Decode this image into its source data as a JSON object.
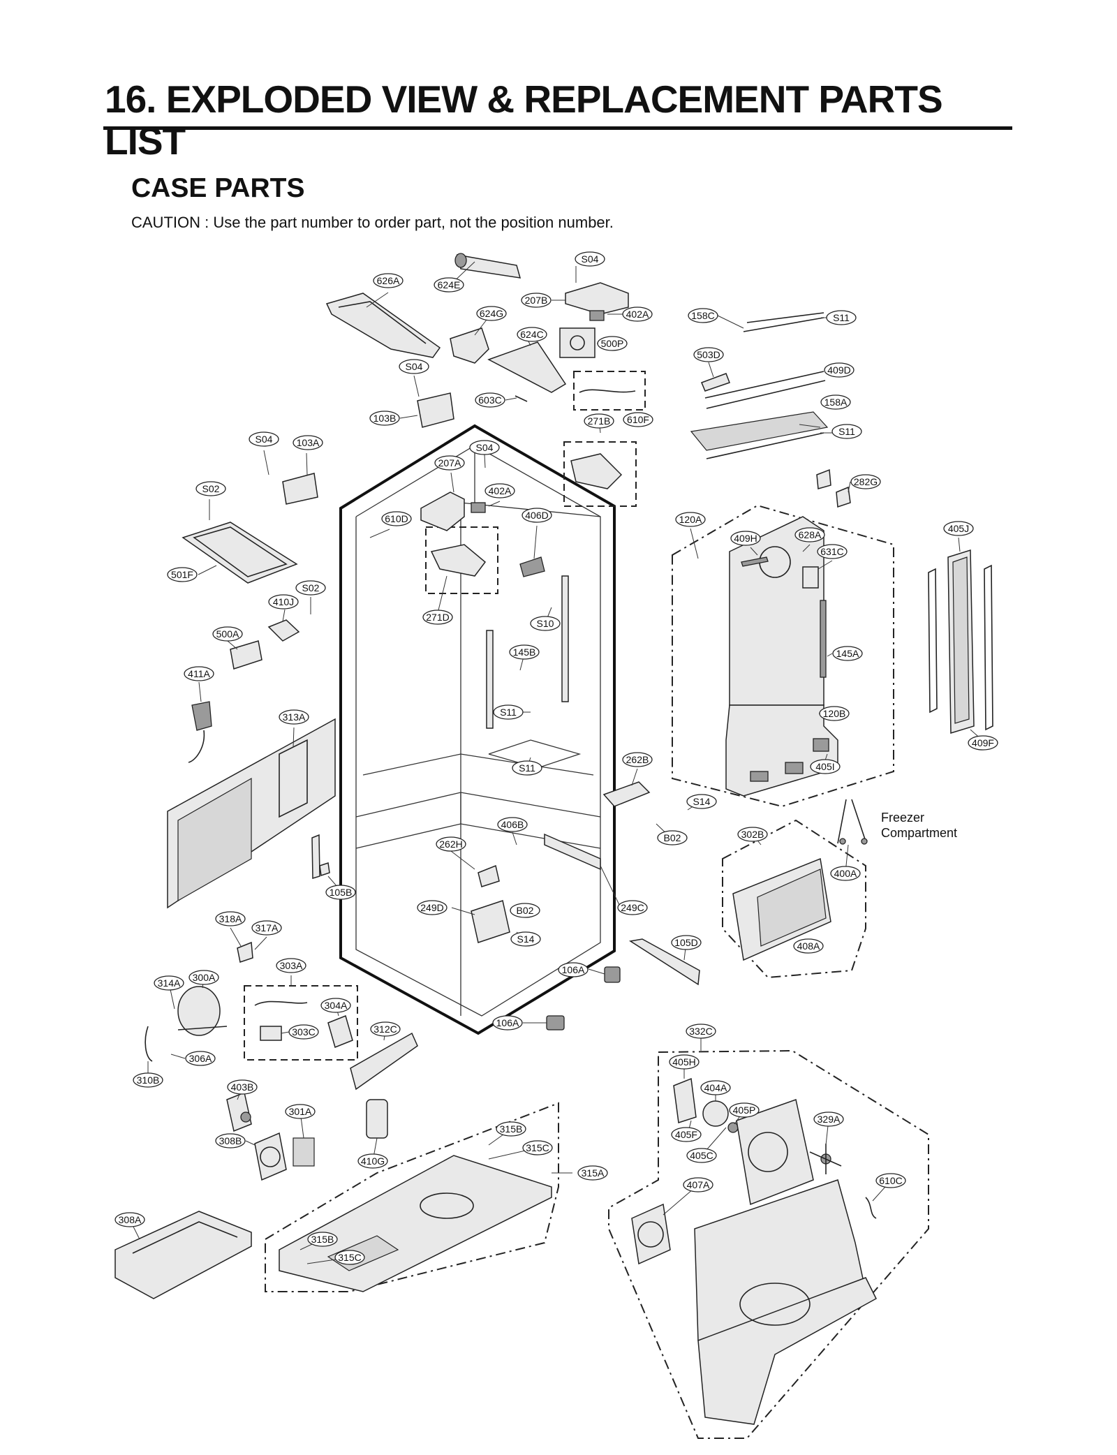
{
  "header": {
    "title": "16. EXPLODED VIEW & REPLACEMENT PARTS LIST",
    "section": "CASE PARTS",
    "caution": "CAUTION : Use the part number to order part, not the position number."
  },
  "note": {
    "line1": "Freezer",
    "line2": "Compartment"
  },
  "callouts": [
    "S04",
    "626A",
    "624E",
    "207B",
    "402A",
    "624G",
    "624C",
    "500P",
    "158C",
    "S11",
    "503D",
    "409D",
    "S04",
    "603C",
    "103B",
    "610F",
    "271B",
    "158A",
    "S11",
    "S04",
    "103A",
    "S04",
    "207A",
    "402A",
    "282G",
    "S02",
    "610D",
    "406D",
    "120A",
    "409H",
    "628A",
    "631C",
    "405J",
    "501F",
    "S02",
    "410J",
    "271D",
    "S10",
    "500A",
    "145B",
    "145A",
    "411A",
    "313A",
    "S11",
    "120B",
    "S11",
    "409F",
    "405I",
    "262B",
    "S14",
    "406B",
    "262H",
    "B02",
    "302B",
    "400A",
    "105B",
    "249D",
    "B02",
    "249C",
    "318A",
    "317A",
    "S14",
    "105D",
    "408A",
    "303A",
    "106A",
    "314A",
    "300A",
    "304A",
    "106A",
    "312C",
    "303C",
    "332C",
    "306A",
    "310B",
    "405H",
    "403B",
    "404A",
    "405P",
    "301A",
    "329A",
    "308B",
    "315B",
    "405F",
    "315C",
    "405C",
    "315A",
    "410G",
    "407A",
    "610C",
    "308A",
    "315B",
    "315C"
  ]
}
